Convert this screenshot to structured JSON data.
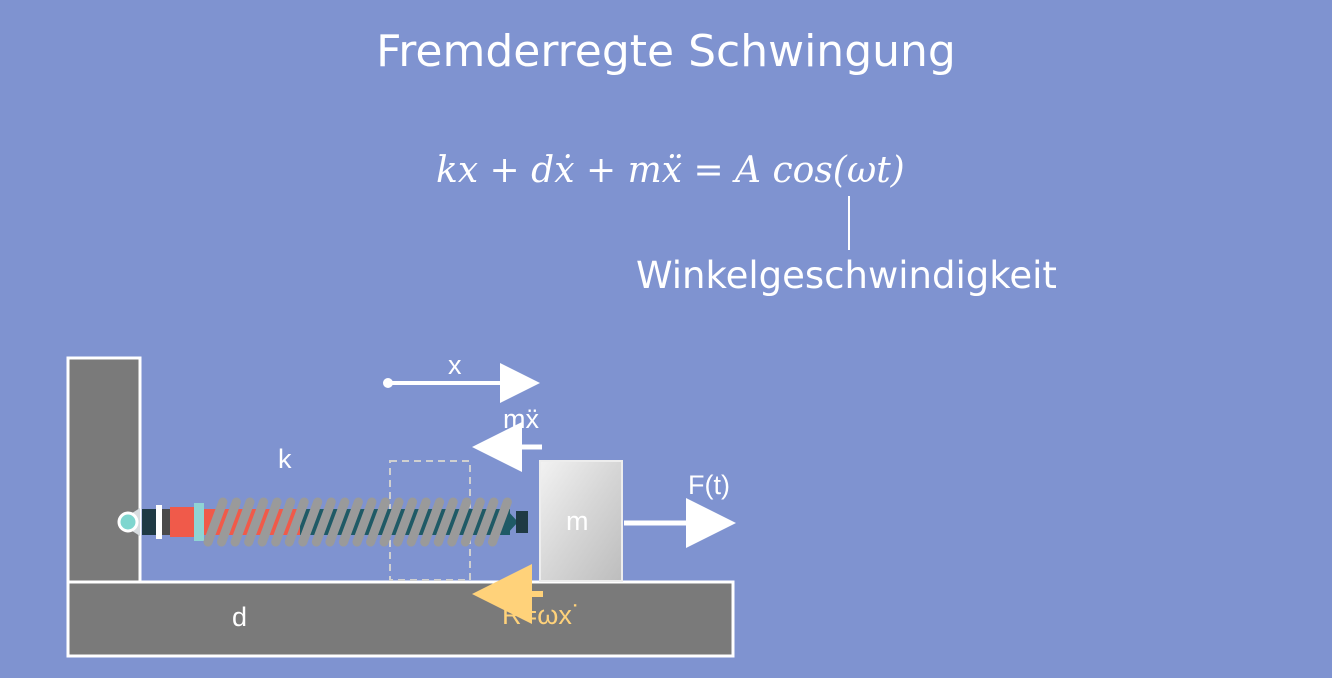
{
  "title": "Fremderregte Schwingung",
  "equation": "kx + dẋ + mẍ = A cos(ωt)",
  "annotation": "Winkelgeschwindigkeit",
  "diagram": {
    "displacement_label": "x",
    "inertia_label": "mẍ",
    "spring_label": "k",
    "force_label": "F(t)",
    "mass_label": "m",
    "damping_label": "d",
    "friction_label": "R=ωx˙"
  },
  "colors": {
    "background": "#7f93d0",
    "block": "#7a7a7a",
    "mass": "#dcdcdc",
    "friction_arrow": "#ffd27a",
    "spring_coil": "#9a9a9a",
    "damper_red": "#f05a4a",
    "damper_teal": "#1f5a66"
  }
}
